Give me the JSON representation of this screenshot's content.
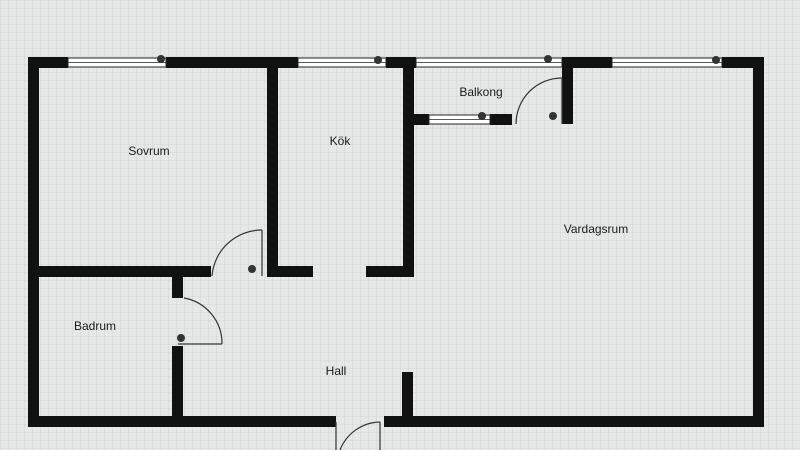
{
  "rooms": {
    "sovrum": "Sovrum",
    "kok": "Kök",
    "balkong": "Balkong",
    "vardagsrum": "Vardagsrum",
    "badrum": "Badrum",
    "hall": "Hall"
  },
  "colors": {
    "paper": "#e6e7e7",
    "grid": "#c3c5c6",
    "wall": "#111111",
    "window_glass": "#ffffff",
    "door_line": "#333333"
  }
}
